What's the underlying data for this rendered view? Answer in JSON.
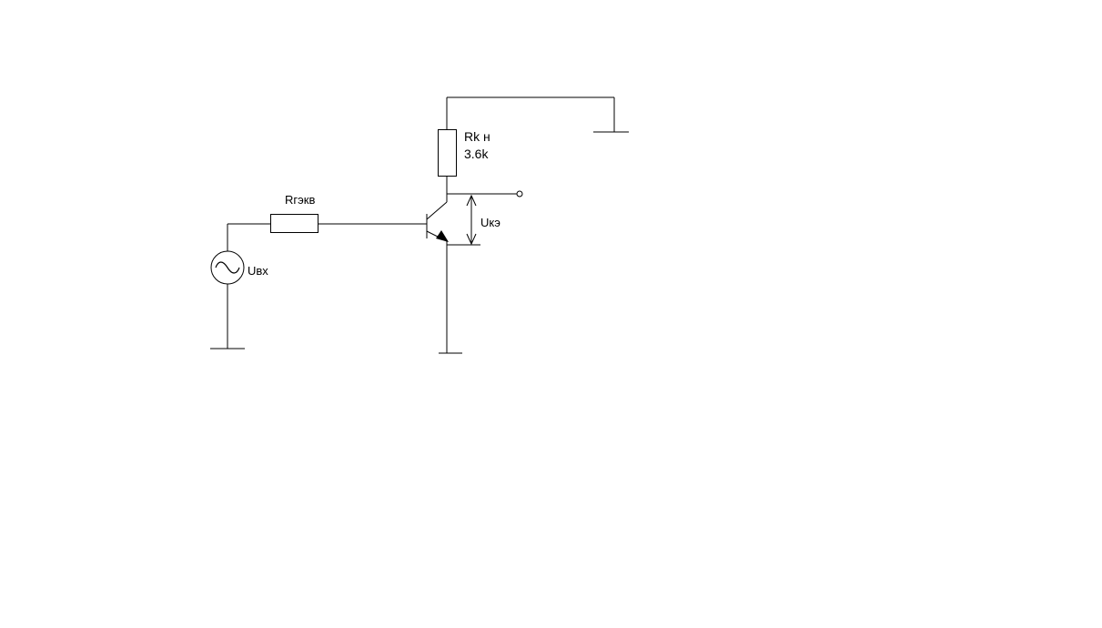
{
  "labels": {
    "rk_name": "Rk н",
    "rk_value": "3.6k",
    "rg_name": "Rгэкв",
    "uvx": "Uвх",
    "uke": "Uкэ"
  },
  "colors": {
    "stroke": "#000000",
    "background": "#ffffff"
  }
}
